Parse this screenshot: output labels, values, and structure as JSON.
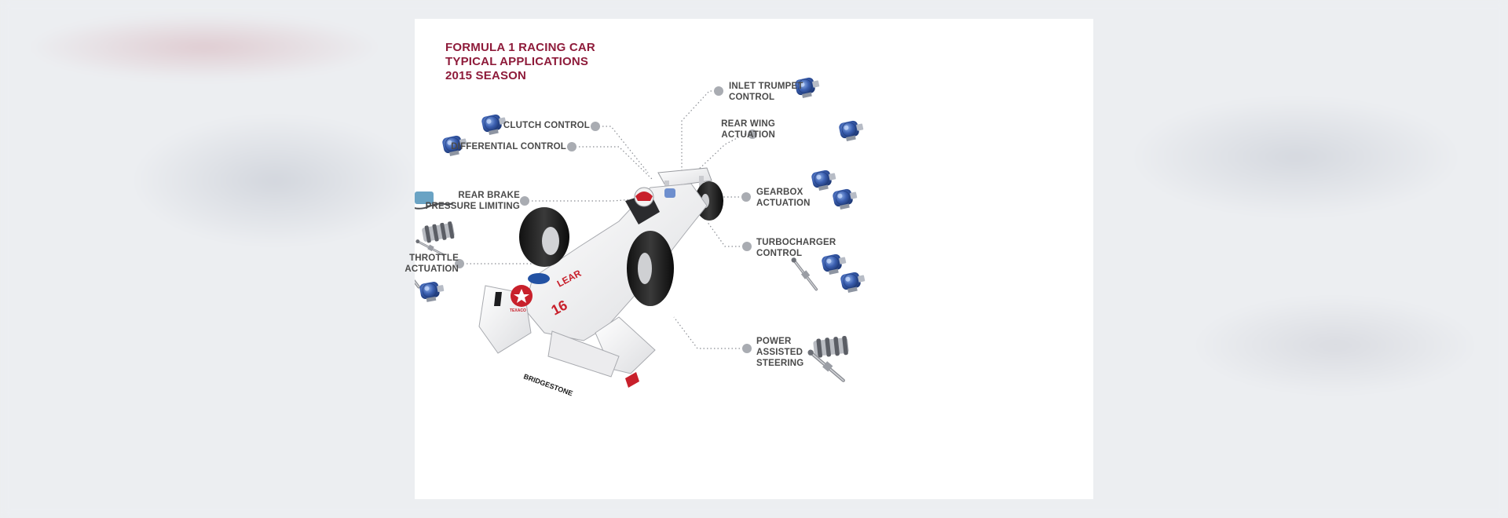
{
  "title": {
    "line1": "FORMULA 1 RACING CAR",
    "line2": "TYPICAL APPLICATIONS",
    "line3": "2015 SEASON"
  },
  "labels": {
    "clutch": [
      "CLUTCH CONTROL"
    ],
    "differential": [
      "DIFFERENTIAL CONTROL"
    ],
    "rear_brake": [
      "REAR BRAKE",
      "PRESSURE LIMITING"
    ],
    "throttle": [
      "THROTTLE",
      "ACTUATION"
    ],
    "inlet_trumpet": [
      "INLET TRUMPET",
      "CONTROL"
    ],
    "rear_wing": [
      "REAR WING",
      "ACTUATION"
    ],
    "gearbox": [
      "GEARBOX",
      "ACTUATION"
    ],
    "turbocharger": [
      "TURBOCHARGER",
      "CONTROL"
    ],
    "steering": [
      "POWER",
      "ASSISTED",
      "STEERING"
    ]
  },
  "car_markings": {
    "number": "16",
    "sponsor": "LEAR",
    "tyre_brand": "BRIDGESTONE",
    "fuel_brand": "TEXACO"
  },
  "colors": {
    "title": "#8e1b3a",
    "label": "#4a4a4a",
    "dot": "#a9acb2",
    "valve_blue": "#3b5fb0",
    "car_body": "#f4f4f4",
    "accent_red": "#c8202b"
  }
}
